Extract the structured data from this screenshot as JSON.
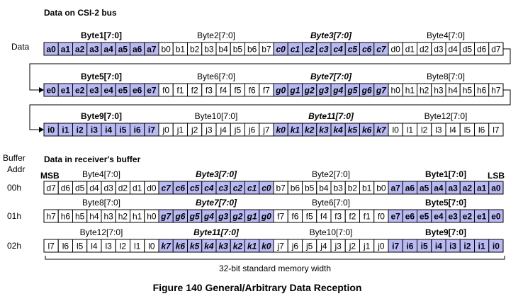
{
  "csi_section_title": "Data on CSI-2 bus",
  "data_row_label": "Data",
  "csi_rows": [
    {
      "groups": [
        {
          "label": "Byte1[7:0]",
          "bold": true,
          "italic": false,
          "highlight": true,
          "cells": [
            "a0",
            "a1",
            "a2",
            "a3",
            "a4",
            "a5",
            "a6",
            "a7"
          ]
        },
        {
          "label": "Byte2[7:0]",
          "bold": false,
          "italic": false,
          "highlight": false,
          "cells": [
            "b0",
            "b1",
            "b2",
            "b3",
            "b4",
            "b5",
            "b6",
            "b7"
          ]
        },
        {
          "label": "Byte3[7:0]",
          "bold": true,
          "italic": true,
          "highlight": true,
          "cells": [
            "c0",
            "c1",
            "c2",
            "c3",
            "c4",
            "c5",
            "c6",
            "c7"
          ]
        },
        {
          "label": "Byte4[7:0]",
          "bold": false,
          "italic": false,
          "highlight": false,
          "cells": [
            "d0",
            "d1",
            "d2",
            "d3",
            "d4",
            "d5",
            "d6",
            "d7"
          ]
        }
      ]
    },
    {
      "groups": [
        {
          "label": "Byte5[7:0]",
          "bold": true,
          "italic": false,
          "highlight": true,
          "cells": [
            "e0",
            "e1",
            "e2",
            "e3",
            "e4",
            "e5",
            "e6",
            "e7"
          ]
        },
        {
          "label": "Byte6[7:0]",
          "bold": false,
          "italic": false,
          "highlight": false,
          "cells": [
            "f0",
            "f1",
            "f2",
            "f3",
            "f4",
            "f5",
            "f6",
            "f7"
          ]
        },
        {
          "label": "Byte7[7:0]",
          "bold": true,
          "italic": true,
          "highlight": true,
          "cells": [
            "g0",
            "g1",
            "g2",
            "g3",
            "g4",
            "g5",
            "g6",
            "g7"
          ]
        },
        {
          "label": "Byte8[7:0]",
          "bold": false,
          "italic": false,
          "highlight": false,
          "cells": [
            "h0",
            "h1",
            "h2",
            "h3",
            "h4",
            "h5",
            "h6",
            "h7"
          ]
        }
      ]
    },
    {
      "groups": [
        {
          "label": "Byte9[7:0]",
          "bold": true,
          "italic": false,
          "highlight": true,
          "cells": [
            "i0",
            "i1",
            "i2",
            "i3",
            "i4",
            "i5",
            "i6",
            "i7"
          ]
        },
        {
          "label": "Byte10[7:0]",
          "bold": false,
          "italic": false,
          "highlight": false,
          "cells": [
            "j0",
            "j1",
            "j2",
            "j3",
            "j4",
            "j5",
            "j6",
            "j7"
          ]
        },
        {
          "label": "Byte11[7:0]",
          "bold": true,
          "italic": true,
          "highlight": true,
          "cells": [
            "k0",
            "k1",
            "k2",
            "k3",
            "k4",
            "k5",
            "k6",
            "k7"
          ]
        },
        {
          "label": "Byte12[7:0]",
          "bold": false,
          "italic": false,
          "highlight": false,
          "cells": [
            "l0",
            "l1",
            "l2",
            "l3",
            "l4",
            "l5",
            "l6",
            "l7"
          ]
        }
      ]
    }
  ],
  "buffer_label_line1": "Buffer",
  "buffer_label_line2": "Addr",
  "receiver_section_title": "Data in receiver's buffer",
  "msb_label": "MSB",
  "lsb_label": "LSB",
  "buffer_rows": [
    {
      "addr": "00h",
      "groups": [
        {
          "label": "Byte4[7:0]",
          "bold": false,
          "italic": false,
          "highlight": false,
          "cells": [
            "d7",
            "d6",
            "d5",
            "d4",
            "d3",
            "d2",
            "d1",
            "d0"
          ]
        },
        {
          "label": "Byte3[7:0]",
          "bold": true,
          "italic": true,
          "highlight": true,
          "cells": [
            "c7",
            "c6",
            "c5",
            "c4",
            "c3",
            "c2",
            "c1",
            "c0"
          ]
        },
        {
          "label": "Byte2[7:0]",
          "bold": false,
          "italic": false,
          "highlight": false,
          "cells": [
            "b7",
            "b6",
            "b5",
            "b4",
            "b3",
            "b2",
            "b1",
            "b0"
          ]
        },
        {
          "label": "Byte1[7:0]",
          "bold": true,
          "italic": false,
          "highlight": true,
          "cells": [
            "a7",
            "a6",
            "a5",
            "a4",
            "a3",
            "a2",
            "a1",
            "a0"
          ]
        }
      ]
    },
    {
      "addr": "01h",
      "groups": [
        {
          "label": "Byte8[7:0]",
          "bold": false,
          "italic": false,
          "highlight": false,
          "cells": [
            "h7",
            "h6",
            "h5",
            "h4",
            "h3",
            "h2",
            "h1",
            "h0"
          ]
        },
        {
          "label": "Byte7[7:0]",
          "bold": true,
          "italic": true,
          "highlight": true,
          "cells": [
            "g7",
            "g6",
            "g5",
            "g4",
            "g3",
            "g2",
            "g1",
            "g0"
          ]
        },
        {
          "label": "Byte6[7:0]",
          "bold": false,
          "italic": false,
          "highlight": false,
          "cells": [
            "f7",
            "f6",
            "f5",
            "f4",
            "f3",
            "f2",
            "f1",
            "f0"
          ]
        },
        {
          "label": "Byte5[7:0]",
          "bold": true,
          "italic": false,
          "highlight": true,
          "cells": [
            "e7",
            "e6",
            "e5",
            "e4",
            "e3",
            "e2",
            "e1",
            "e0"
          ]
        }
      ]
    },
    {
      "addr": "02h",
      "groups": [
        {
          "label": "Byte12[7:0]",
          "bold": false,
          "italic": false,
          "highlight": false,
          "cells": [
            "l7",
            "l6",
            "l5",
            "l4",
            "l3",
            "l2",
            "l1",
            "l0"
          ]
        },
        {
          "label": "Byte11[7:0]",
          "bold": true,
          "italic": true,
          "highlight": true,
          "cells": [
            "k7",
            "k6",
            "k5",
            "k4",
            "k3",
            "k2",
            "k1",
            "k0"
          ]
        },
        {
          "label": "Byte10[7:0]",
          "bold": false,
          "italic": false,
          "highlight": false,
          "cells": [
            "j7",
            "j6",
            "j5",
            "j4",
            "j3",
            "j2",
            "j1",
            "j0"
          ]
        },
        {
          "label": "Byte9[7:0]",
          "bold": true,
          "italic": false,
          "highlight": true,
          "cells": [
            "i7",
            "i6",
            "i5",
            "i4",
            "i3",
            "i2",
            "i1",
            "i0"
          ]
        }
      ]
    }
  ],
  "width_label": "32-bit standard memory width",
  "figure_caption": "Figure 140 General/Arbitrary Data Reception",
  "colors": {
    "highlight_fill": "#b9b9f3",
    "cell_border": "#000000",
    "connector": "#000000"
  }
}
